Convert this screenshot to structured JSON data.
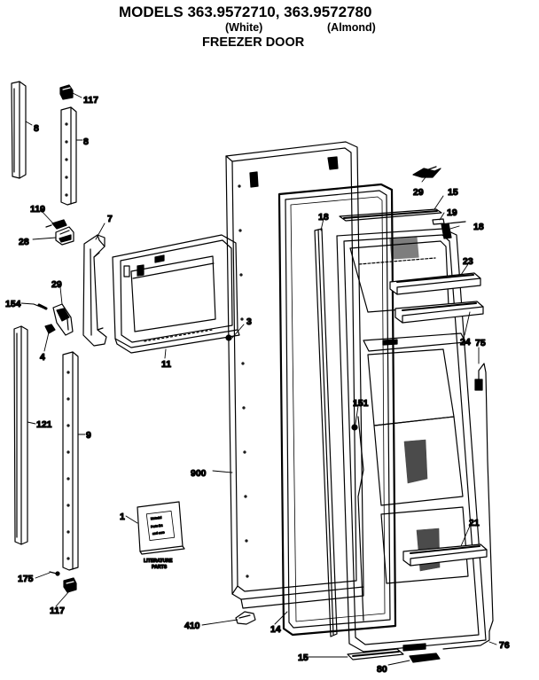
{
  "header": {
    "title": "MODELS 363.9572710, 363.9572780",
    "white": "(White)",
    "almond": "(Almond)",
    "section": "FREEZER DOOR"
  },
  "booklet": {
    "line1": "LITERATURE",
    "line2": "PARTS",
    "cover_line1": "Material",
    "cover_line2": "Parts list",
    "cover_line3": "and care"
  },
  "callouts": {
    "c117a": "117",
    "c8a": "8",
    "c8b": "8",
    "c119": "119",
    "c28": "28",
    "c7": "7",
    "c154": "154",
    "c29a": "29",
    "c4": "4",
    "c121": "121",
    "c9": "9",
    "c1": "1",
    "c175": "175",
    "c117b": "117",
    "c11": "11",
    "c3": "3",
    "c900": "900",
    "c410": "410",
    "c14": "14",
    "c29b": "29",
    "c15a": "15",
    "c18a": "18",
    "c19": "19",
    "c18b": "18",
    "c23": "23",
    "c24": "24",
    "c75": "75",
    "c151": "151",
    "c21": "21",
    "c76": "76",
    "c15b": "15",
    "c80": "80"
  }
}
